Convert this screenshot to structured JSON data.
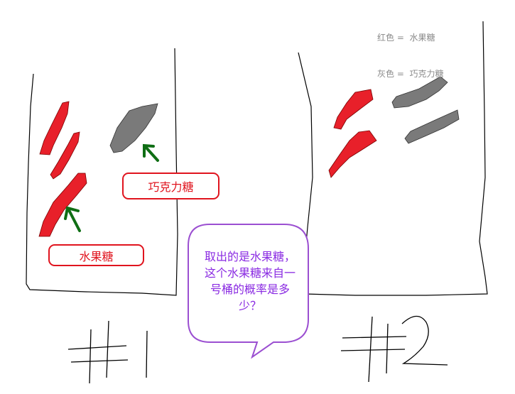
{
  "legend": {
    "line1": "红色 =  水果糖",
    "line2": "灰色 =  巧克力糖"
  },
  "labels": {
    "chocolate": "巧克力糖",
    "fruit": "水果糖"
  },
  "question": "取出的是水果糖，这个水果糖来自一号桶的概率是多少？",
  "buckets": {
    "one": "#1",
    "two": "#2"
  },
  "colors": {
    "fruit_candy": "#e8202a",
    "chocolate_candy": "#7a7a7a",
    "arrow": "#0f6e14",
    "label_border": "#e0141e",
    "bubble_border": "#9b4fd1",
    "bubble_text": "#8a2be2"
  }
}
